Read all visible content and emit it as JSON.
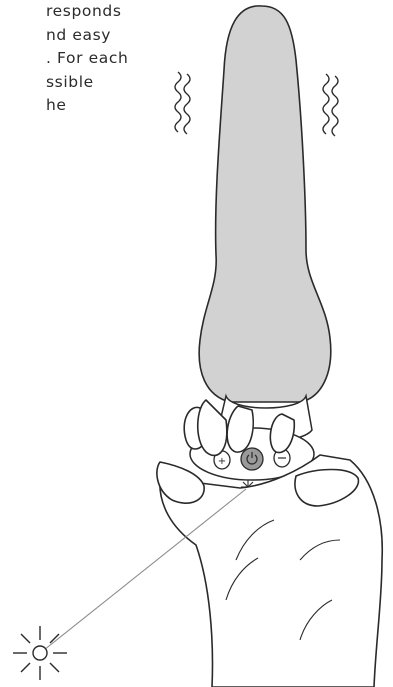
{
  "text": {
    "lines": [
      "responds",
      "nd easy",
      ". For each",
      "ssible",
      "he"
    ]
  },
  "illustration": {
    "icons": [
      "vibration-waves-icon",
      "plus-icon",
      "power-icon",
      "minus-icon",
      "light-burst-icon"
    ],
    "colors": {
      "body_fill": "#d2d2d2",
      "outline": "#2a2a2a",
      "power_fill": "#9a9a9a"
    }
  }
}
